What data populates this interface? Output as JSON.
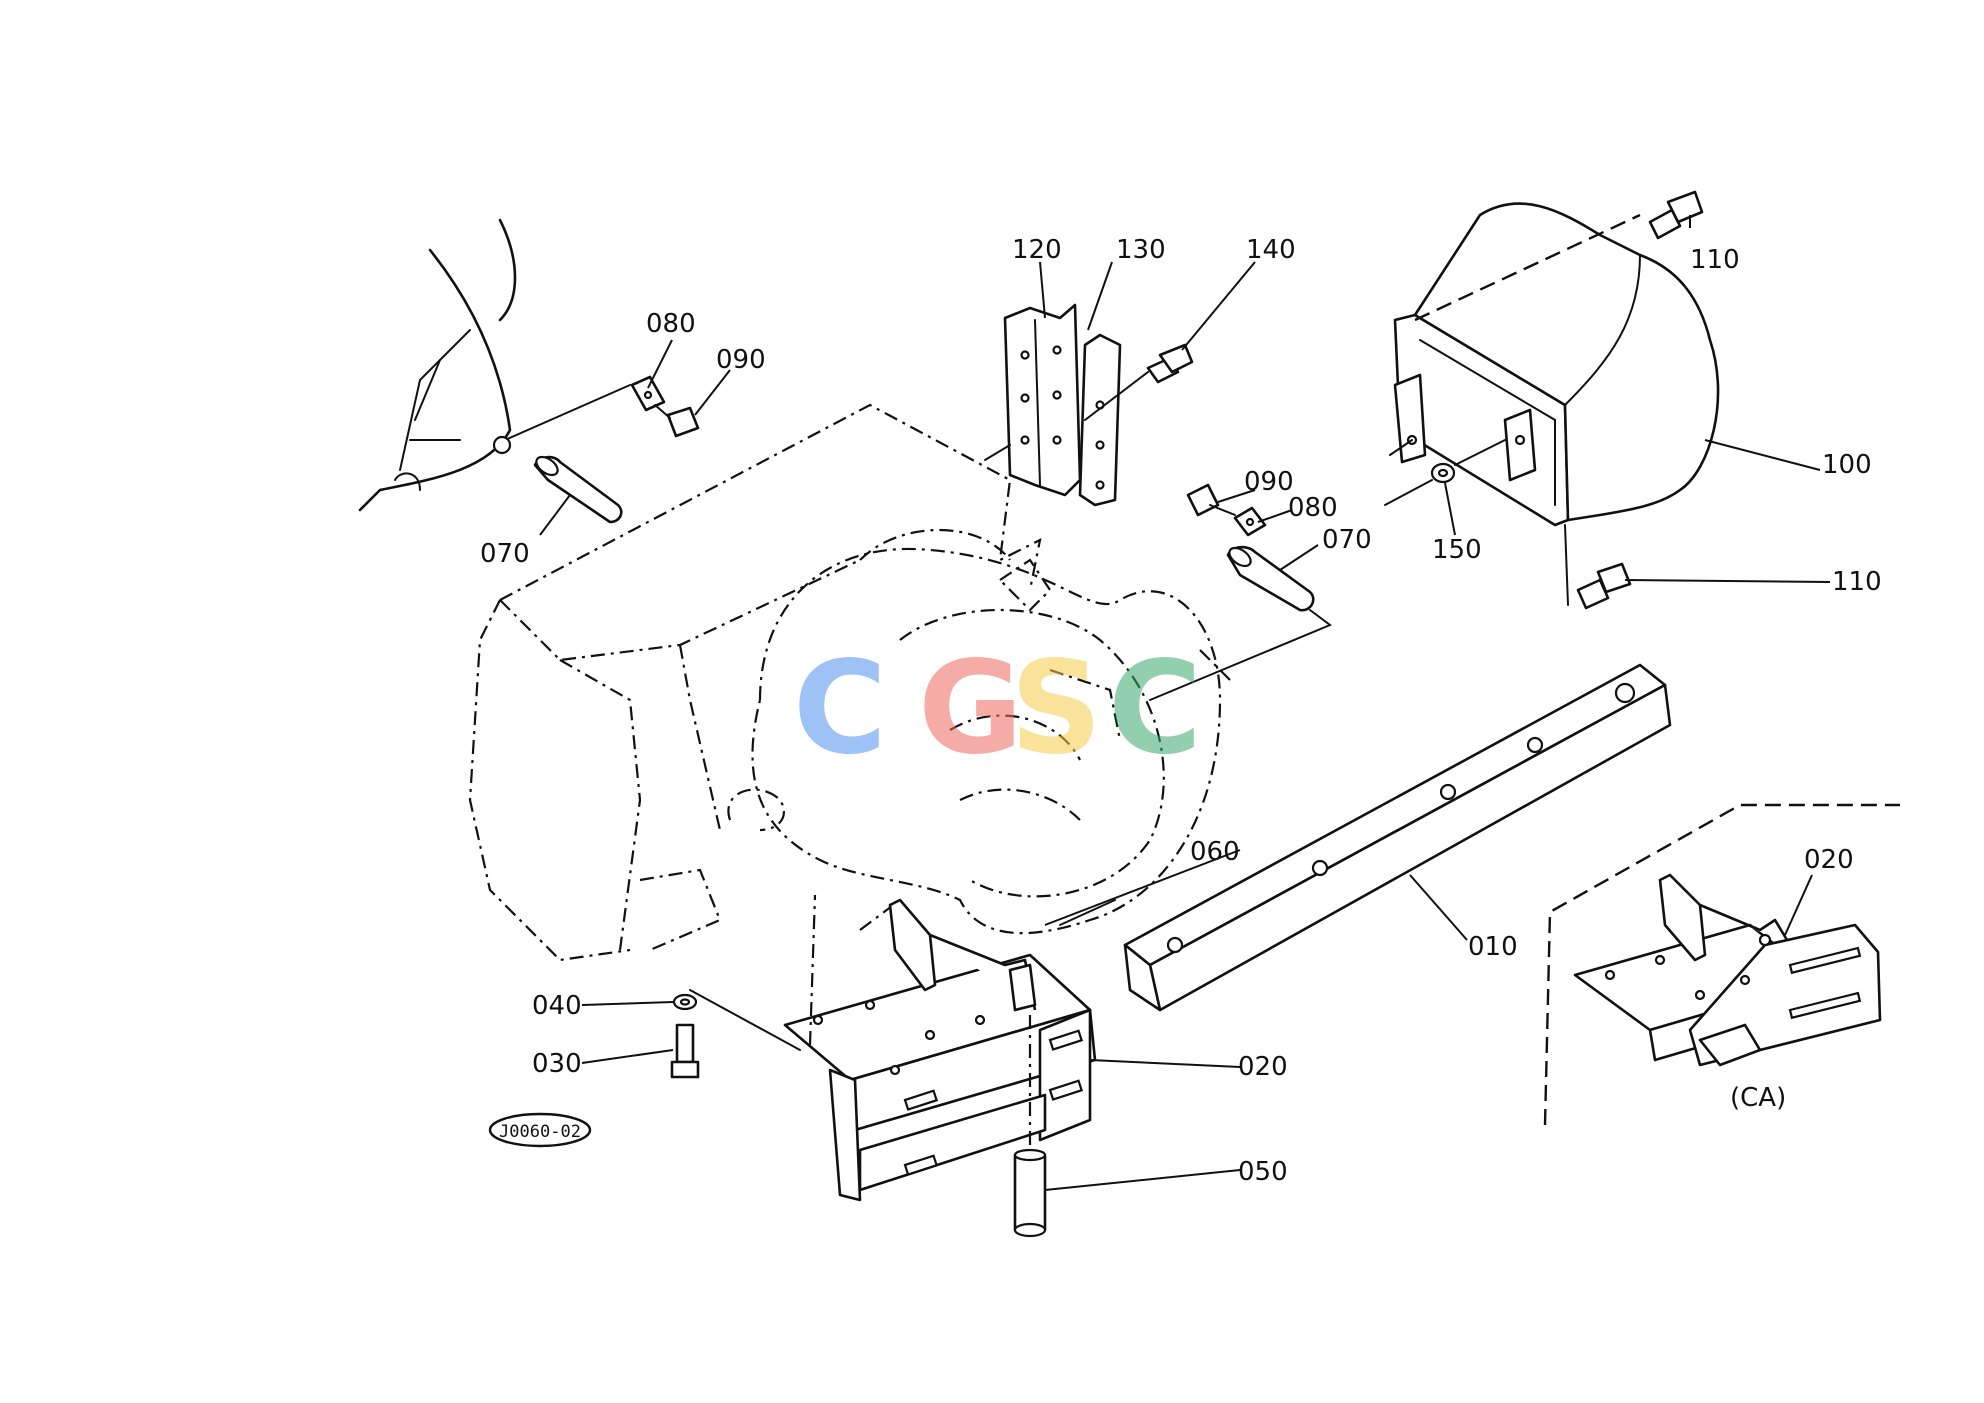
{
  "diagram_code": "J0060-02",
  "variant_label": "(CA)",
  "watermark": {
    "letters": [
      "C",
      "G",
      "S",
      "C"
    ],
    "colors": [
      "#4f8ff0",
      "#ef6a5e",
      "#f5cd48",
      "#3aa86c"
    ]
  },
  "callouts": {
    "c010": "010",
    "c020": "020",
    "c020_ca": "020",
    "c030": "030",
    "c040": "040",
    "c050": "050",
    "c060": "060",
    "c070_left": "070",
    "c070_right": "070",
    "c080_left": "080",
    "c080_right": "080",
    "c090_left": "090",
    "c090_right": "090",
    "c100": "100",
    "c110_top": "110",
    "c110_bottom": "110",
    "c120": "120",
    "c130": "130",
    "c140": "140",
    "c150": "150"
  }
}
